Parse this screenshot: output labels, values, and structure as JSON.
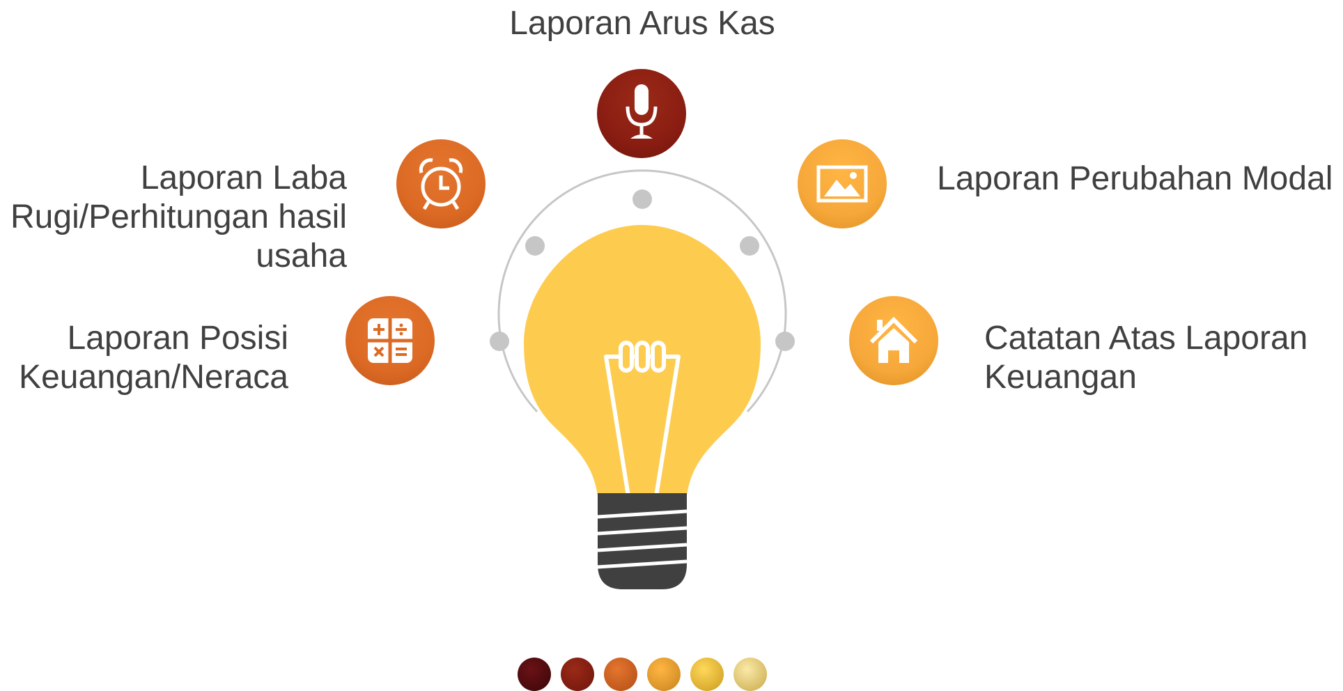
{
  "labels": {
    "top": "Laporan Arus Kas",
    "upper_left": [
      "Laporan Laba",
      "Rugi/Perhitungan hasil",
      "usaha"
    ],
    "lower_left": [
      "Laporan Posisi",
      "Keuangan/Neraca"
    ],
    "upper_right": "Laporan Perubahan Modal",
    "lower_right": [
      "Catatan Atas Laporan",
      "Keuangan"
    ]
  },
  "icons": {
    "top": "microphone-icon",
    "upper_left": "alarm-clock-icon",
    "lower_left": "calculator-icon",
    "upper_right": "image-icon",
    "lower_right": "home-icon",
    "center": "light-bulb-icon"
  },
  "colors": {
    "dark_red": "#8a1d12",
    "orange": "#dc6a24",
    "amber": "#f6a83a",
    "bulb_yellow": "#fdcc4f",
    "base_gray": "#404040",
    "ring_gray": "#c0c0c0",
    "text": "#404040"
  },
  "palette_swatches": [
    "#4a0a0d",
    "#7d1a12",
    "#d45d22",
    "#f0a535",
    "#f5c73e",
    "#f4e08e"
  ]
}
